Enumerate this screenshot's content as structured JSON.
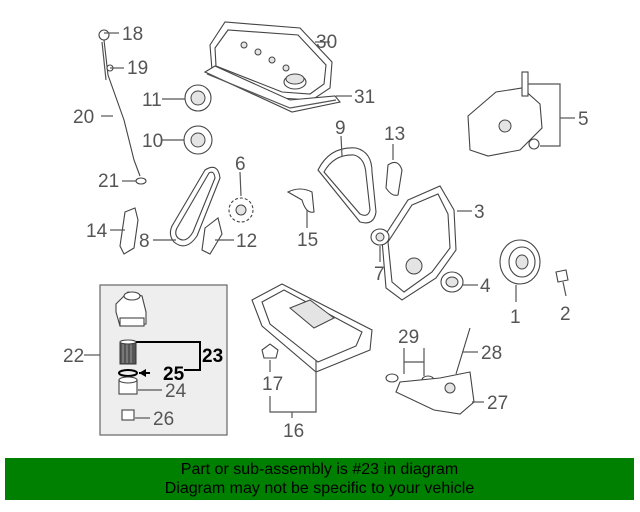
{
  "callouts": {
    "c1": "1",
    "c2": "2",
    "c3": "3",
    "c4": "4",
    "c5": "5",
    "c6": "6",
    "c7": "7",
    "c8": "8",
    "c9": "9",
    "c10": "10",
    "c11": "11",
    "c12": "12",
    "c13": "13",
    "c14": "14",
    "c15": "15",
    "c16": "16",
    "c17": "17",
    "c18": "18",
    "c19": "19",
    "c20": "20",
    "c21": "21",
    "c22": "22",
    "c23": "23",
    "c24": "24",
    "c25": "25",
    "c26": "26",
    "c27": "27",
    "c28": "28",
    "c29": "29",
    "c30": "30",
    "c31": "31"
  },
  "highlight_part": "23",
  "colors": {
    "banner": "#008000",
    "callout": "#555555",
    "highlight": "#000000"
  },
  "banner": {
    "line1": "Part or sub-assembly is #23 in diagram",
    "line2": "Diagram may not be specific to your vehicle"
  }
}
